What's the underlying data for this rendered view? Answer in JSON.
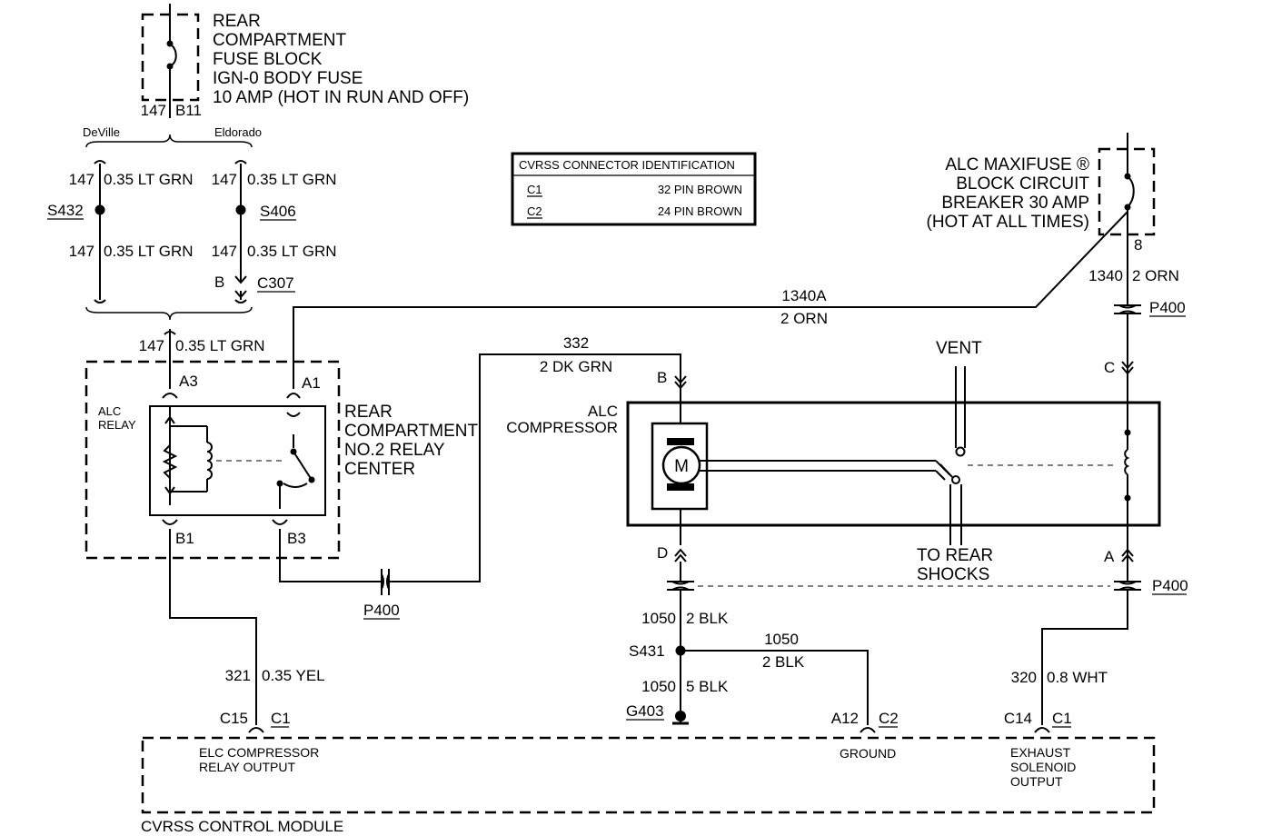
{
  "fuse_block": {
    "line1": "REAR",
    "line2": "COMPARTMENT",
    "line3": "FUSE BLOCK",
    "line4": "IGN-0 BODY FUSE",
    "line5": "10 AMP (HOT IN RUN AND OFF)",
    "circuit": "147",
    "terminal": "B11"
  },
  "variants": {
    "left": "DeVille",
    "right": "Eldorado"
  },
  "left_branch": {
    "circuit_top": "147",
    "wire_top": "0.35 LT GRN",
    "splice": "S432",
    "circuit_bottom": "147",
    "wire_bottom": "0.35 LT GRN"
  },
  "right_branch": {
    "circuit_top": "147",
    "wire_top": "0.35 LT GRN",
    "splice": "S406",
    "circuit_bottom": "147",
    "wire_bottom": "0.35 LT GRN",
    "pin": "B",
    "connector": "C307"
  },
  "relay_feed": {
    "circuit": "147",
    "wire": "0.35 LT GRN"
  },
  "relay": {
    "name_line1": "ALC",
    "name_line2": "RELAY",
    "pin_a3": "A3",
    "pin_a1": "A1",
    "pin_b1": "B1",
    "pin_b3": "B3",
    "center_line1": "REAR",
    "center_line2": "COMPARTMENT",
    "center_line3": "NO.2 RELAY",
    "center_line4": "CENTER"
  },
  "connector_table": {
    "title": "CVRSS CONNECTOR IDENTIFICATION",
    "rows": [
      {
        "id": "C1",
        "desc": "32 PIN BROWN"
      },
      {
        "id": "C2",
        "desc": "24 PIN BROWN"
      }
    ]
  },
  "maxifuse": {
    "line1": "ALC MAXIFUSE ®",
    "line2": "BLOCK CIRCUIT",
    "line3": "BREAKER 30 AMP",
    "line4": "(HOT AT ALL TIMES)",
    "terminal": "8",
    "circuit": "1340",
    "wire": "2 ORN",
    "connector": "P400"
  },
  "feed_1340a": {
    "circuit": "1340A",
    "wire": "2 ORN"
  },
  "wire_332": {
    "circuit": "332",
    "wire": "2 DK GRN"
  },
  "compressor": {
    "name_line1": "ALC",
    "name_line2": "COMPRESSOR",
    "pin_b": "B",
    "pin_c": "C",
    "pin_d": "D",
    "pin_a": "A",
    "motor": "M",
    "vent": "VENT",
    "shocks_line1": "TO REAR",
    "shocks_line2": "SHOCKS"
  },
  "p400_left": "P400",
  "p400_right": "P400",
  "ground_circuit": {
    "circuit_top": "1050",
    "wire_top": "2 BLK",
    "splice": "S431",
    "circuit_branch": "1050",
    "wire_branch": "2 BLK",
    "circuit_bottom": "1050",
    "wire_bottom": "5 BLK",
    "ground": "G403"
  },
  "wire_321": {
    "circuit": "321",
    "wire": "0.35 YEL"
  },
  "wire_320": {
    "circuit": "320",
    "wire": "0.8 WHT"
  },
  "module": {
    "name": "CVRSS CONTROL MODULE",
    "pin1": "C15",
    "conn1": "C1",
    "label1_line1": "ELC COMPRESSOR",
    "label1_line2": "RELAY OUTPUT",
    "pin2": "A12",
    "conn2": "C2",
    "label2": "GROUND",
    "pin3": "C14",
    "conn3": "C1",
    "label3_line1": "EXHAUST",
    "label3_line2": "SOLENOID",
    "label3_line3": "OUTPUT"
  }
}
